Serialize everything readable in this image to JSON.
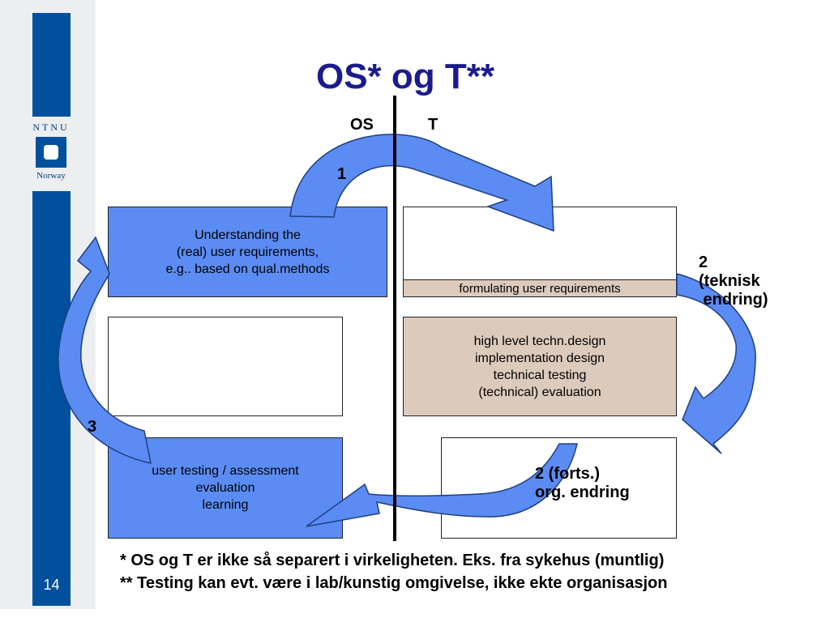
{
  "slide": {
    "title": "OS* og T**",
    "page_number": "14"
  },
  "logo": {
    "top_text": "NTNU",
    "bottom_text": "Norway"
  },
  "columns": {
    "left": "OS",
    "right": "T"
  },
  "boxes": {
    "understanding": [
      "Understanding the",
      "(real) user requirements,",
      "e.g.. based on qual.methods"
    ],
    "formulating": "formulating user requirements",
    "design": [
      "high level techn.design",
      "implementation design",
      "technical testing",
      "(technical) evaluation"
    ],
    "testing": [
      "user testing / assessment",
      "evaluation",
      "learning"
    ]
  },
  "arrow_labels": {
    "one": "1",
    "two": [
      "2",
      "(teknisk",
      " endring)"
    ],
    "two_cont": [
      "2 (forts.)",
      "org. endring"
    ],
    "three": "3"
  },
  "footnotes": [
    "* OS og T er ikke så separert i virkeligheten. Eks. fra sykehus (muntlig)",
    "** Testing kan evt. være i lab/kunstig omgivelse, ikke ekte organisasjon"
  ],
  "colors": {
    "title": "#1b1b8f",
    "sidebar": "#00509e",
    "box_blue": "#5b8cf3",
    "box_beige": "#dccbbd",
    "arrow_fill": "#5b8cf3"
  }
}
